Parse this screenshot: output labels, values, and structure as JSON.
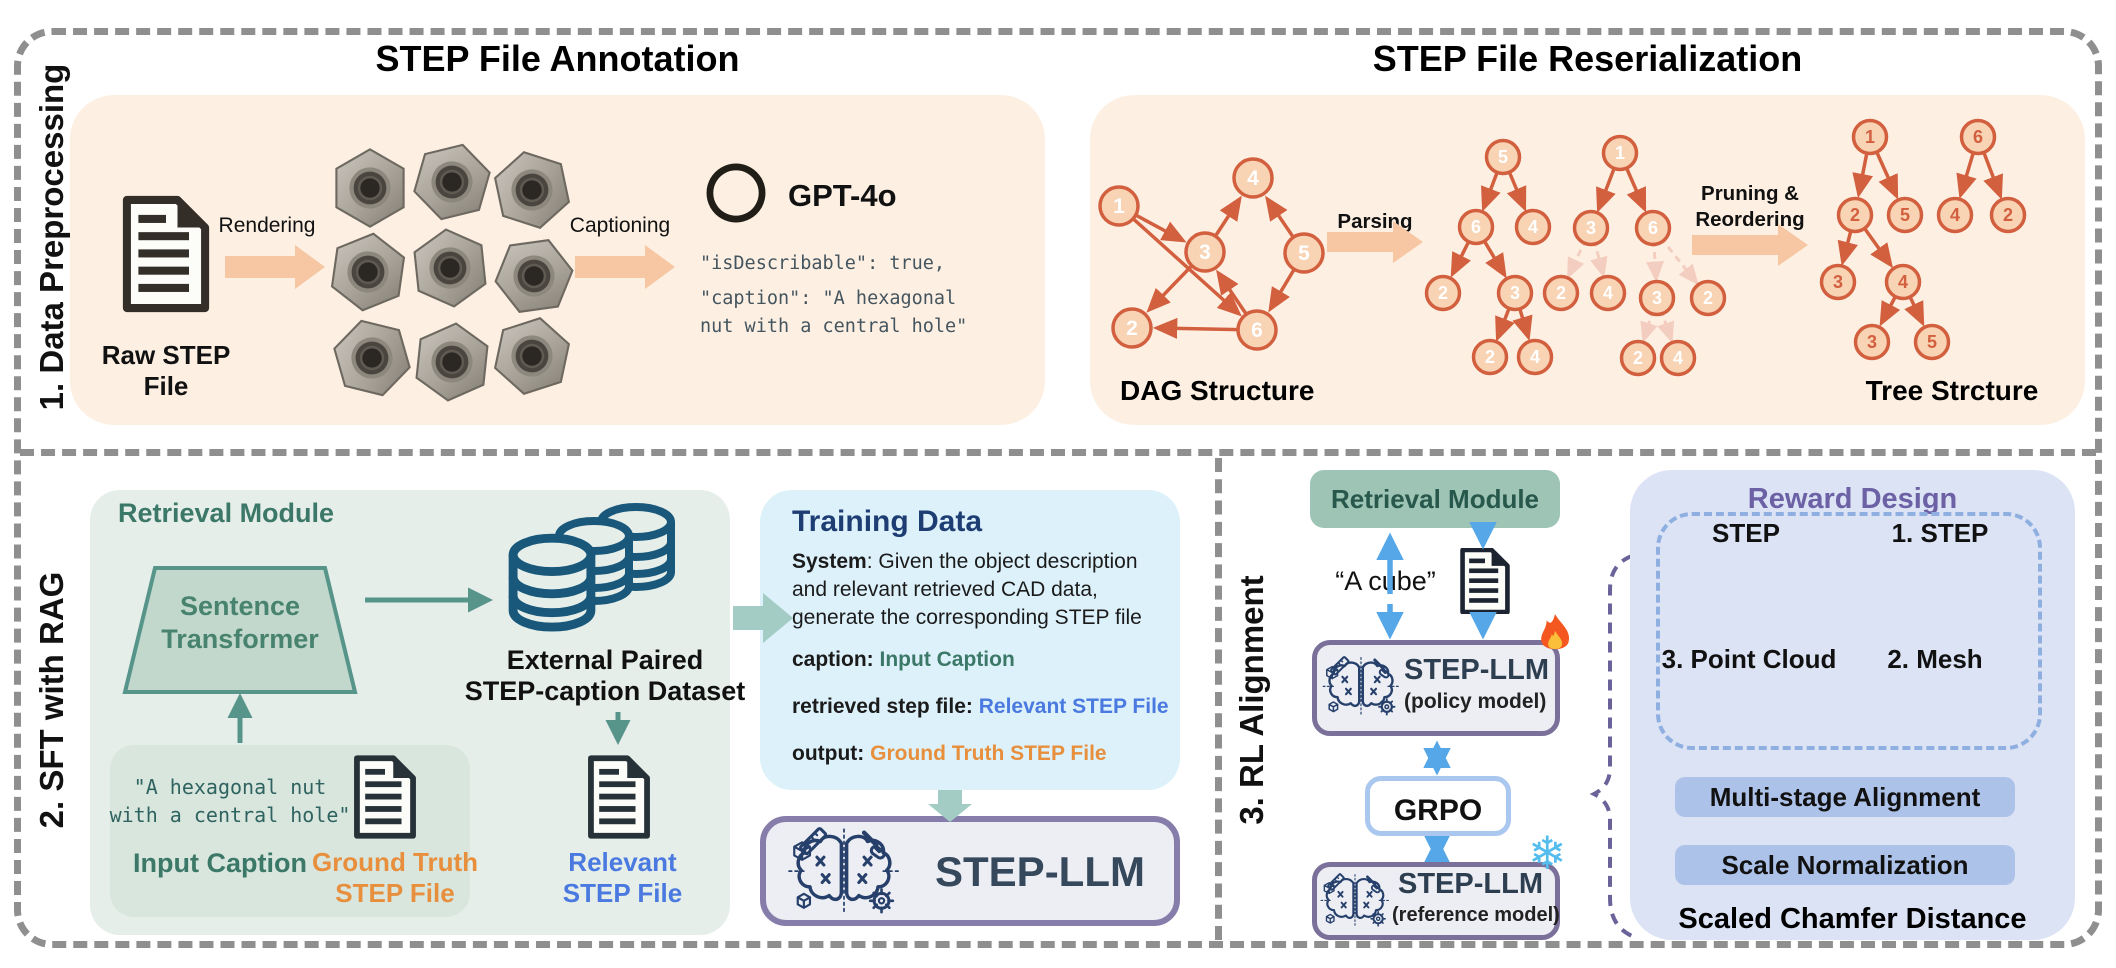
{
  "colors": {
    "panel_cream": "#fdf0e3",
    "node_fill": "#f8d3b4",
    "node_stroke": "#d2603f",
    "sage_panel": "#e6eeea",
    "teal": "#3c7868",
    "database": "#19587a",
    "orange": "#e78f3c",
    "blue": "#4a79e0",
    "training_bg": "#ddf1fa",
    "navy": "#1d3d73",
    "purple_border": "#867daa",
    "rl_green": "#9dc4b5",
    "rl_blue": "#55a7e8",
    "reward_bg": "#dbe3f5",
    "reward_purple": "#6c61a5",
    "pill_blue": "#adc2e9"
  },
  "preprocessing": {
    "label": "1. Data Preprocessing",
    "annotation": {
      "title": "STEP File Annotation",
      "raw_step_file": "Raw STEP File",
      "rendering": "Rendering",
      "captioning": "Captioning",
      "model": "GPT-4o",
      "code_line1": "\"isDescribable\": true,",
      "code_line2": "\"caption\": \"A hexagonal",
      "code_line3": "nut with a central hole\""
    },
    "reserialization": {
      "title": "STEP File Reserialization",
      "parsing": "Parsing",
      "pruning1": "Pruning &",
      "pruning2": "Reordering",
      "dag_label": "DAG Structure",
      "tree_label": "Tree Strcture",
      "dag_nodes": [
        "1",
        "4",
        "3",
        "5",
        "2",
        "6"
      ],
      "treeA": [
        "5",
        "6",
        "4",
        "2",
        "3",
        "2",
        "4"
      ],
      "treeB": [
        "1",
        "3",
        "6",
        "2",
        "4",
        "3",
        "2",
        "2",
        "4"
      ],
      "final_tree": [
        "1",
        "6",
        "2",
        "5",
        "4",
        "2",
        "3",
        "4",
        "3",
        "5"
      ]
    }
  },
  "sft": {
    "label": "2. SFT with RAG",
    "retrieval": {
      "title": "Retrieval Module",
      "encoder1": "Sentence",
      "encoder2": "Transformer",
      "dataset1": "External Paired",
      "dataset2": "STEP-caption Dataset",
      "caption1": "\"A hexagonal nut",
      "caption2": "with a central hole\"",
      "input_caption": "Input Caption",
      "ground_truth1": "Ground Truth",
      "ground_truth2": "STEP File",
      "relevant1": "Relevant",
      "relevant2": "STEP File"
    },
    "training": {
      "title": "Training Data",
      "system_key": "System",
      "system_text": ": Given the object description and relevant retrieved CAD data, generate the corresponding STEP file",
      "caption_key": "caption: ",
      "caption_val": "Input Caption",
      "retrieved_key": "retrieved step file: ",
      "retrieved_val": "Relevant STEP File",
      "output_key": "output: ",
      "output_val": "Ground Truth STEP File"
    },
    "model_name": "STEP-LLM"
  },
  "rl": {
    "label": "3. RL Alignment",
    "retrieval_module": "Retrieval Module",
    "query": "“A cube”",
    "policy_name": "STEP-LLM",
    "policy_sub": "(policy model)",
    "grpo": "GRPO",
    "reference_name": "STEP-LLM",
    "reference_sub": "(reference model)",
    "snowflake": "❄",
    "reward": {
      "title": "Reward Design",
      "step_label": "STEP",
      "step1": "1. STEP",
      "mesh": "2. Mesh",
      "point_cloud": "3. Point Cloud",
      "stage1": "Multi-stage Alignment",
      "stage2": "Scale Normalization",
      "result": "Scaled Chamfer Distance"
    }
  }
}
